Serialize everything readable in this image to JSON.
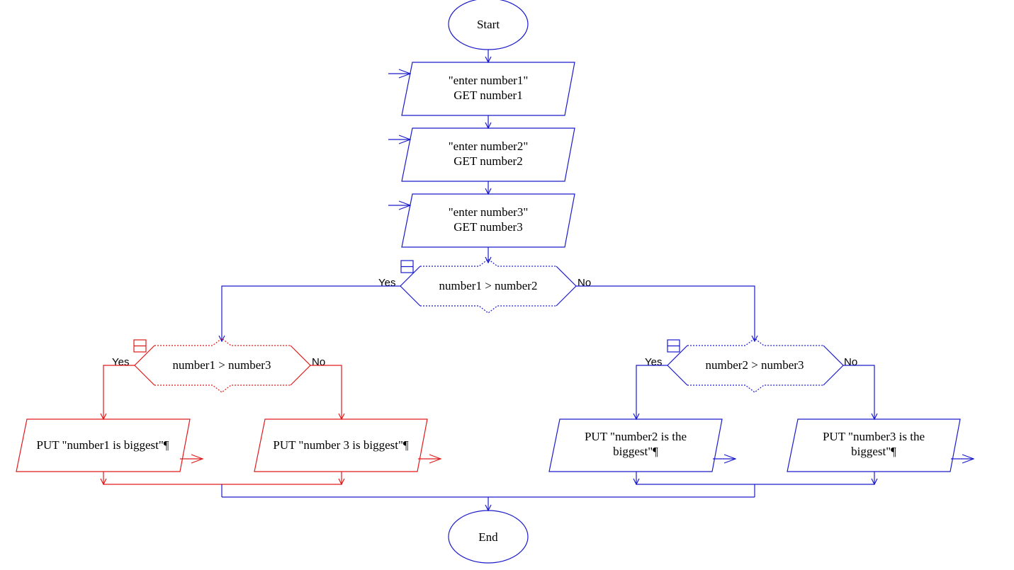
{
  "flowchart": {
    "start": "Start",
    "end": "End",
    "input1": {
      "line1": "\"enter number1\"",
      "line2": "GET number1"
    },
    "input2": {
      "line1": "\"enter number2\"",
      "line2": "GET number2"
    },
    "input3": {
      "line1": "\"enter number3\"",
      "line2": "GET number3"
    },
    "decision_main": {
      "text": "number1 > number2",
      "yes": "Yes",
      "no": "No"
    },
    "decision_left": {
      "text": "number1 > number3",
      "yes": "Yes",
      "no": "No"
    },
    "decision_right": {
      "text": "number2 > number3",
      "yes": "Yes",
      "no": "No"
    },
    "output1": {
      "line1": "PUT \"number1 is biggest\"¶"
    },
    "output3a": {
      "line1": "PUT \"number 3 is biggest\"¶"
    },
    "output2": {
      "line1": "PUT \"number2 is the",
      "line2": "biggest\"¶"
    },
    "output3b": {
      "line1": "PUT \"number3 is the",
      "line2": "biggest\"¶"
    }
  },
  "colors": {
    "active": "#1a1acc",
    "selected": "#e01a1a"
  },
  "icons": [
    "collapse-icon"
  ]
}
